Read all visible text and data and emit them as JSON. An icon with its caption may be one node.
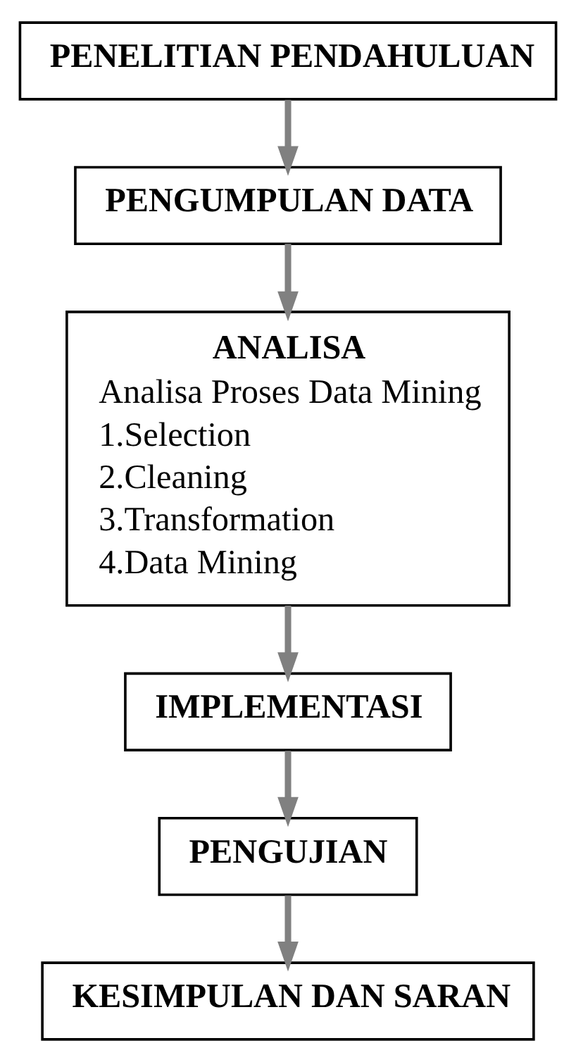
{
  "diagram": {
    "nodes": [
      {
        "text": [
          "PENELITIAN PENDAHULUAN"
        ]
      },
      {
        "text": [
          "PENGUMPULAN DATA"
        ]
      },
      {
        "text": [
          "ANALISA",
          "Analisa Proses Data Mining",
          "1.Selection",
          "2.Cleaning",
          "3.Transformation",
          "4.Data Mining"
        ]
      },
      {
        "text": [
          "IMPLEMENTASI"
        ]
      },
      {
        "text": [
          "PENGUJIAN"
        ]
      },
      {
        "text": [
          "KESIMPULAN DAN SARAN"
        ]
      }
    ],
    "edges": [
      {
        "from": 0,
        "to": 1,
        "arrow": "to"
      },
      {
        "from": 1,
        "to": 2,
        "arrow": "to"
      },
      {
        "from": 2,
        "to": 3,
        "arrow": "to"
      },
      {
        "from": 3,
        "to": 4,
        "arrow": "to"
      },
      {
        "from": 4,
        "to": 5,
        "arrow": "to"
      }
    ]
  }
}
